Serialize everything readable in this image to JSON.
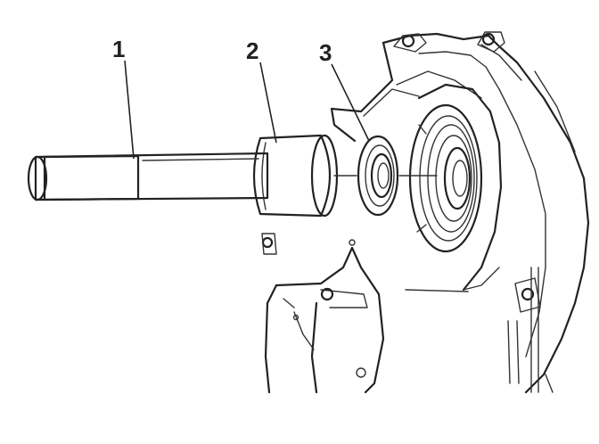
{
  "callouts": [
    {
      "id": "1",
      "label": "1"
    },
    {
      "id": "2",
      "label": "2"
    },
    {
      "id": "3",
      "label": "3"
    }
  ],
  "colors": {
    "line": "#222222",
    "shade_light": "#d9d9d9",
    "shade_mid": "#c2c2c2",
    "shade_dark": "#8a8a8a",
    "background": "#ffffff"
  }
}
